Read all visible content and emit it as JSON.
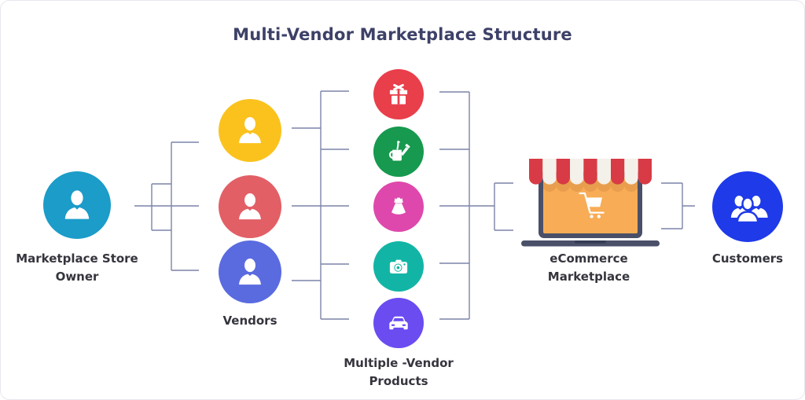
{
  "title": "Multi-Vendor Marketplace Structure",
  "colors": {
    "title": "#3D4168",
    "label": "#34353D",
    "line": "#7C84A8",
    "page_border": "#E7E7F0"
  },
  "owner": {
    "label_line1": "Marketplace Store",
    "label_line2": "Owner",
    "color": "#1B9CC9",
    "icon": "person-icon"
  },
  "vendors": {
    "label": "Vendors",
    "items": [
      {
        "icon": "person-icon",
        "color": "#FBC21E"
      },
      {
        "icon": "person-icon",
        "color": "#E25F66"
      },
      {
        "icon": "person-icon",
        "color": "#5A6BE0"
      }
    ]
  },
  "products": {
    "label_line1": "Multiple -Vendor",
    "label_line2": "Products",
    "items": [
      {
        "icon": "gift-icon",
        "color": "#E83F4B"
      },
      {
        "icon": "watering-can-icon",
        "color": "#17994F"
      },
      {
        "icon": "dress-icon",
        "color": "#DE48AC"
      },
      {
        "icon": "camera-icon",
        "color": "#12B5A5"
      },
      {
        "icon": "car-icon",
        "color": "#6A4CF1"
      }
    ]
  },
  "marketplace": {
    "label_line1": "eCommerce",
    "label_line2": "Marketplace",
    "icon": "storefront-laptop-icon",
    "cart_icon": "shopping-cart-icon",
    "colors": {
      "awning_red": "#D83B45",
      "awning_white": "#F4F0EA",
      "screen": "#F8AC56",
      "scallop_shadow": "#E89E4D",
      "frame": "#4A5068",
      "notch": "#353C55"
    }
  },
  "customers": {
    "label": "Customers",
    "color": "#1E3AE9",
    "icon": "people-group-icon"
  }
}
